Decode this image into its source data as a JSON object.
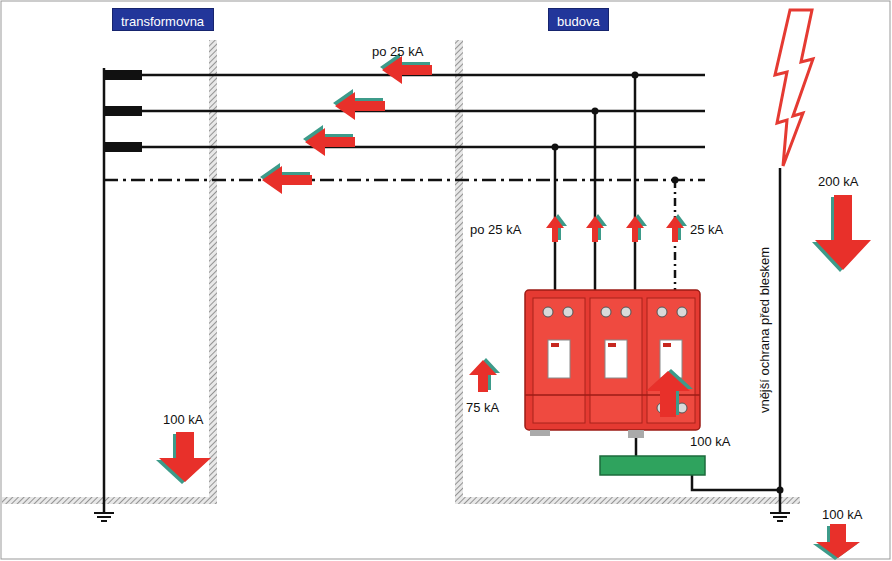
{
  "diagram": {
    "nodes": [
      {
        "text": [
          "transformovna"
        ]
      },
      {
        "text": [
          "budova"
        ]
      }
    ],
    "labels": [
      "po 25 kA",
      "po 25 kA",
      "25 kA",
      "75 kA",
      "100 kA",
      "100 kA",
      "200 kA",
      "100 kA",
      "vnější ochrana před bleskem"
    ]
  }
}
